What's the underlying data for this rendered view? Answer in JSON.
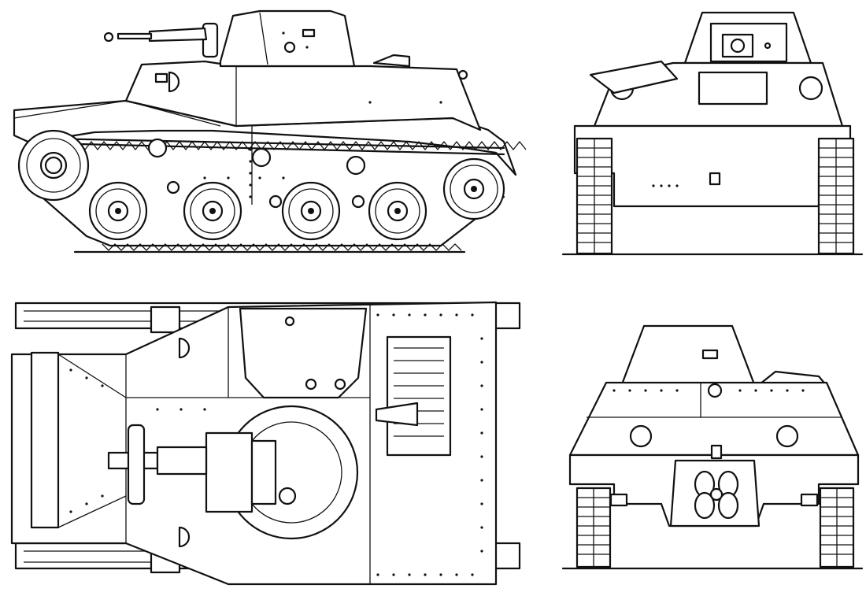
{
  "colors": {
    "ink": "#111111",
    "paper": "#ffffff"
  },
  "views": [
    {
      "id": "side-view"
    },
    {
      "id": "front-view"
    },
    {
      "id": "top-view"
    },
    {
      "id": "rear-view"
    }
  ]
}
